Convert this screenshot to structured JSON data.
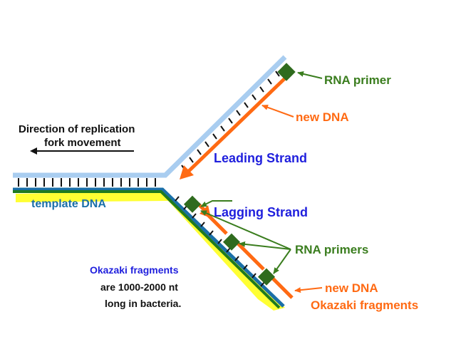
{
  "labels": {
    "rna_primer_top": "RNA primer",
    "new_dna_top": "new DNA",
    "direction_line1": "Direction of replication",
    "direction_line2": "fork movement",
    "leading_strand": "Leading Strand",
    "template_dna": "template DNA",
    "lagging_strand": "Lagging Strand",
    "rna_primers": "RNA primers",
    "okazaki_note_title": "Okazaki fragments",
    "okazaki_note_line2": "are 1000-2000 nt",
    "okazaki_note_line3": "long in bacteria.",
    "new_dna_bottom": "new DNA",
    "okazaki_fragments": "Okazaki fragments"
  },
  "colors": {
    "template_light_blue": "#a9cdf0",
    "template_dark_blue": "#1a6fa8",
    "new_dna_orange": "#ff6a13",
    "primer_green": "#2f6b1e",
    "label_green": "#3a7d1e",
    "label_blue": "#1f1fdd",
    "label_orange": "#ff6a13",
    "highlight_yellow": "#ffff33",
    "template_green": "#1f7a1f",
    "black": "#111111"
  }
}
